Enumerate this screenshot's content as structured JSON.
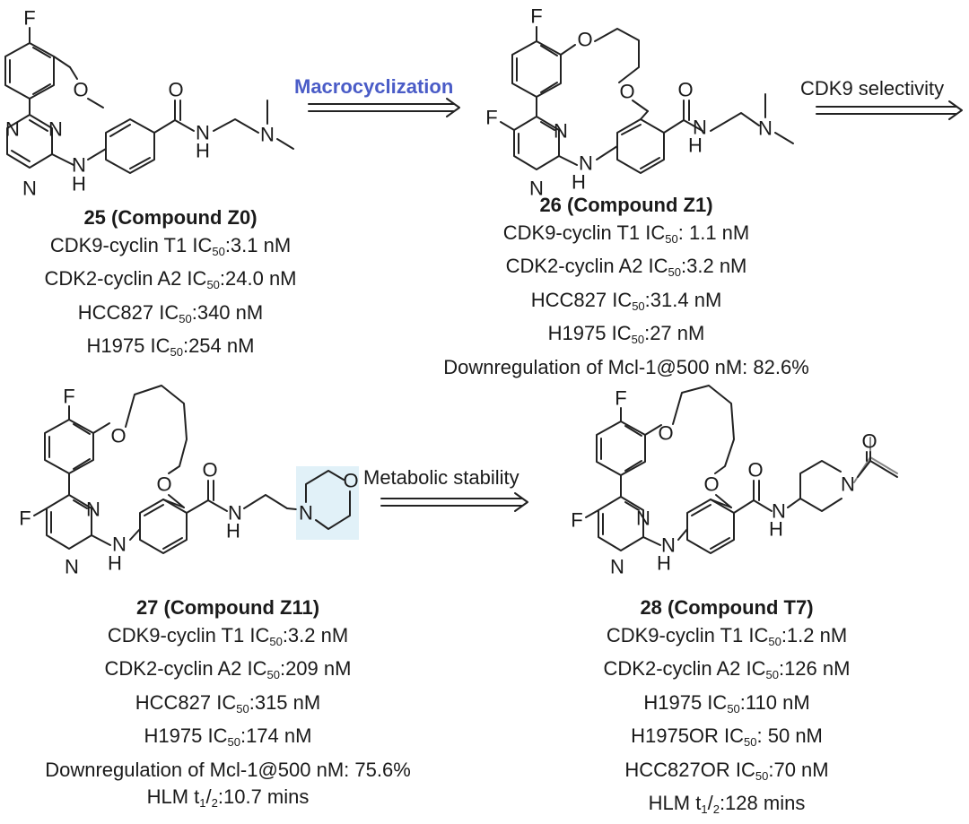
{
  "arrows": {
    "a1": "Macrocyclization",
    "a2": "CDK9 selectivity",
    "a3": "Metabolic stability"
  },
  "c25": {
    "name": "25 (Compound Z0)",
    "cdk9": ":3.1 nM",
    "cdk2": ":24.0 nM",
    "hcc827": ":340 nM",
    "h1975": ":254 nM"
  },
  "c26": {
    "name": "26 (Compound Z1)",
    "cdk9": ": 1.1 nM",
    "cdk2": ":3.2 nM",
    "hcc827": ":31.4 nM",
    "h1975": ":27 nM",
    "mcl": "Downregulation of Mcl-1@500 nM: 82.6%"
  },
  "c27": {
    "name": "27 (Compound Z11)",
    "cdk9": ":3.2 nM",
    "cdk2": ":209 nM",
    "hcc827": ":315 nM",
    "h1975": ":174 nM",
    "mcl": "Downregulation of Mcl-1@500 nM: 75.6%",
    "hlm": ":10.7 mins"
  },
  "c28": {
    "name": "28 (Compound T7)",
    "cdk9": ":1.2 nM",
    "cdk2": ":126 nM",
    "h1975": ":110 nM",
    "h1975or": ": 50 nM",
    "hcc827or": ":70 nM",
    "hlm": ":128 mins"
  },
  "labels": {
    "cdk9": "CDK9-cyclin T1 IC",
    "cdk2": "CDK2-cyclin A2 IC",
    "hcc827": "HCC827 IC",
    "h1975": "H1975 IC",
    "h1975or": "H1975OR IC",
    "hcc827or": "HCC827OR IC",
    "hlm": "HLM t",
    "ic_sub": "50",
    "t_sub1": "1",
    "t_sep": "/",
    "t_sub2": "2"
  },
  "atoms": {
    "F": "F",
    "O": "O",
    "N": "N",
    "H": "H"
  },
  "colors": {
    "accent_blue": "#4a5cc7",
    "highlight": "#a8d8ea"
  }
}
